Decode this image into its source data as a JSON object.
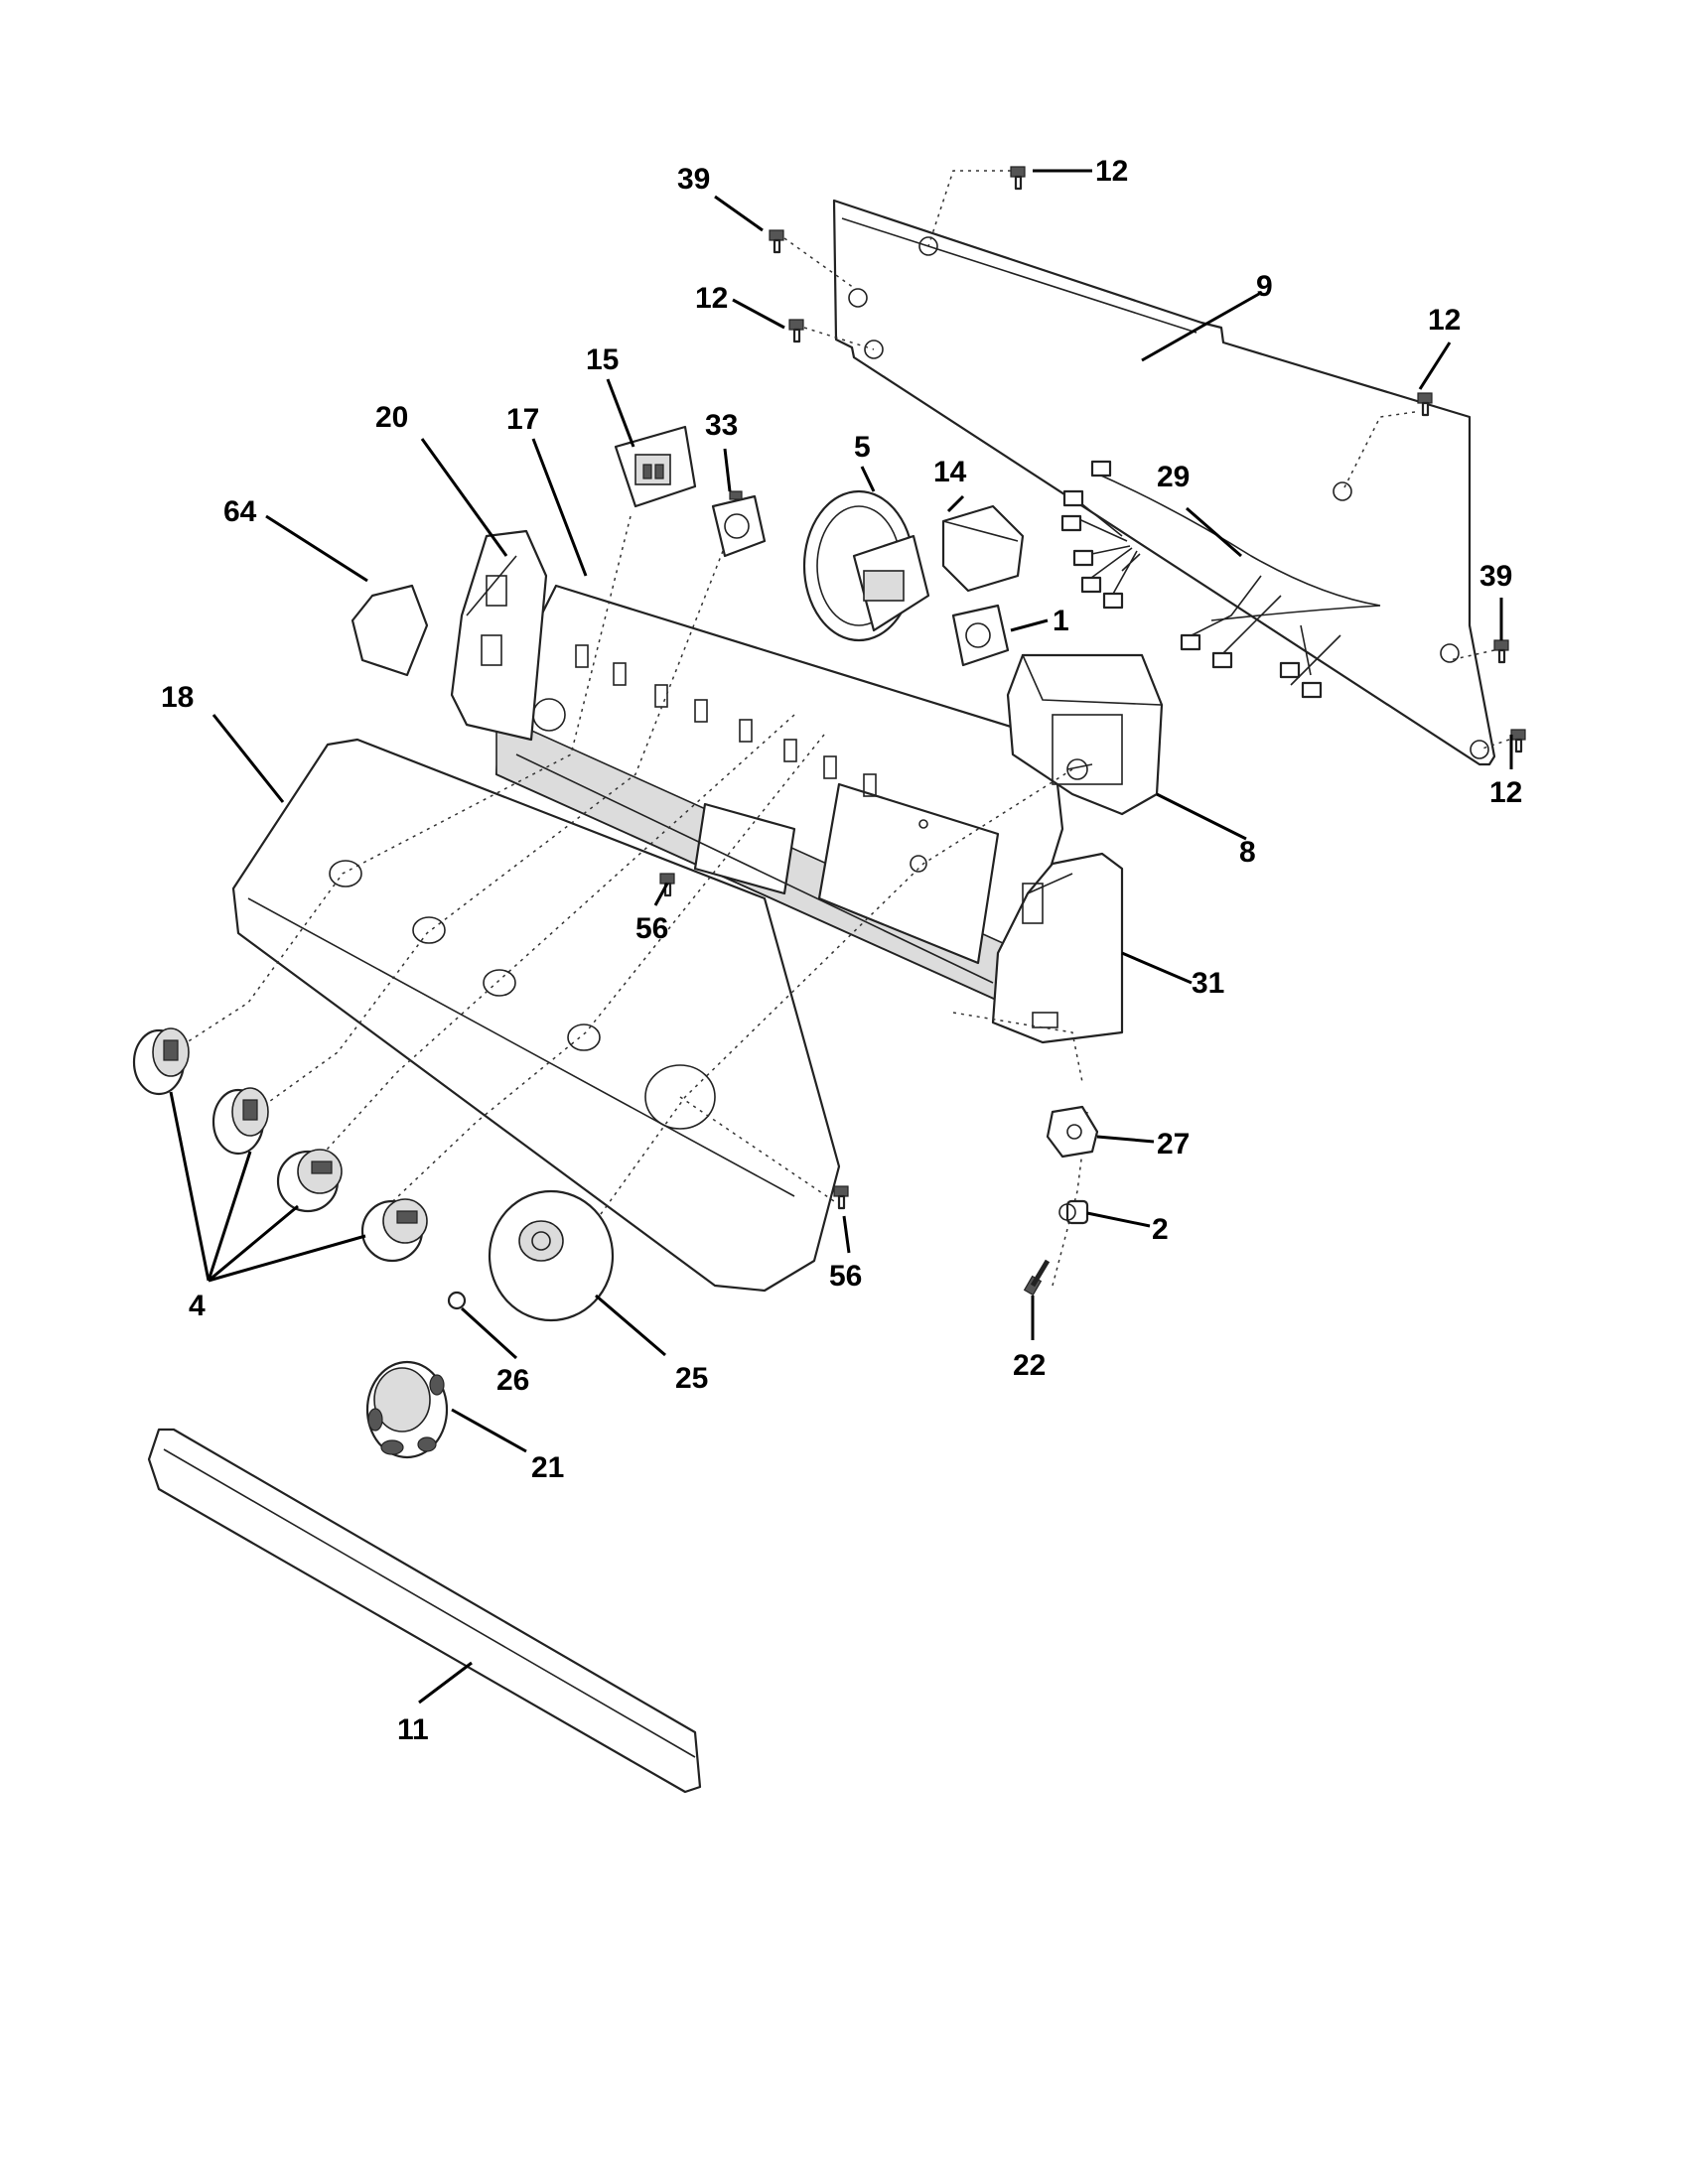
{
  "callouts": [
    {
      "id": "c39a",
      "text": "39"
    },
    {
      "id": "c12a",
      "text": "12"
    },
    {
      "id": "c12b",
      "text": "12"
    },
    {
      "id": "c9",
      "text": "9"
    },
    {
      "id": "c12c",
      "text": "12"
    },
    {
      "id": "c15",
      "text": "15"
    },
    {
      "id": "c33",
      "text": "33"
    },
    {
      "id": "c5",
      "text": "5"
    },
    {
      "id": "c14",
      "text": "14"
    },
    {
      "id": "c29",
      "text": "29"
    },
    {
      "id": "c20",
      "text": "20"
    },
    {
      "id": "c17",
      "text": "17"
    },
    {
      "id": "c64",
      "text": "64"
    },
    {
      "id": "c39b",
      "text": "39"
    },
    {
      "id": "c1",
      "text": "1"
    },
    {
      "id": "c12d",
      "text": "12"
    },
    {
      "id": "c18",
      "text": "18"
    },
    {
      "id": "c8",
      "text": "8"
    },
    {
      "id": "c56a",
      "text": "56"
    },
    {
      "id": "c31",
      "text": "31"
    },
    {
      "id": "c27",
      "text": "27"
    },
    {
      "id": "c2",
      "text": "2"
    },
    {
      "id": "c56b",
      "text": "56"
    },
    {
      "id": "c4",
      "text": "4"
    },
    {
      "id": "c26",
      "text": "26"
    },
    {
      "id": "c25",
      "text": "25"
    },
    {
      "id": "c22",
      "text": "22"
    },
    {
      "id": "c21",
      "text": "21"
    },
    {
      "id": "c11",
      "text": "11"
    }
  ]
}
